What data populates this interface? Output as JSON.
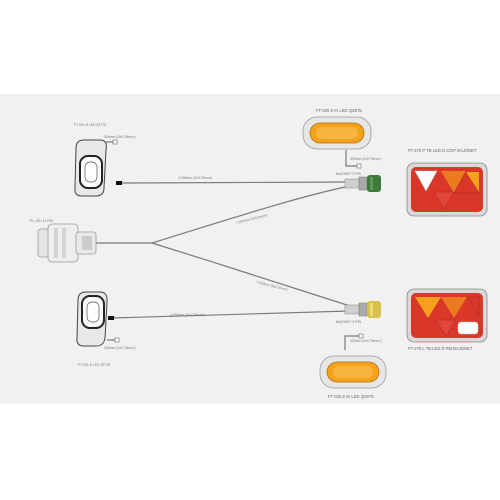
{
  "labels": {
    "top_left_lamp": "FT-001 B LED 3377S",
    "bottom_left_lamp": "FT-001 B LED 3377S",
    "top_marker": "FT-020 Z+K LED   QS075",
    "bottom_marker": "FT-020 Z+K LED   QS075",
    "plug": "PL LED 13 PIN",
    "top_right_lamp": "FT-270 P TB LED D C/DF BAJONET",
    "bottom_right_lamp": "FT-270 L TB LED D PM BAJONET",
    "cable_top_straight": "4,000mm (3x0,75mm²)",
    "cable_top_diag": "7,000mm (5x0,5mm²)",
    "cable_bottom_diag": "7,000mm (5x0,5mm²)",
    "cable_bottom_straight": "4,000mm (3x0,75mm²)",
    "conn_top": "BAJONET 5 PIN",
    "conn_bottom": "BAJONET 5 PIN",
    "lead_top_left": "300mm (2x0,75mm²)",
    "lead_bottom_left": "300mm (2x0,75mm²)",
    "lead_top_marker": "300mm (2x0,75mm²)",
    "lead_bottom_marker": "300mm (2x0,75mm²)"
  },
  "colors": {
    "amber": "#f4a21c",
    "red": "#d9372a",
    "orange": "#ec7a20",
    "housing": "#e6e6e6",
    "connector_green": "#3f7a3a",
    "connector_yellow": "#d9c24a"
  }
}
